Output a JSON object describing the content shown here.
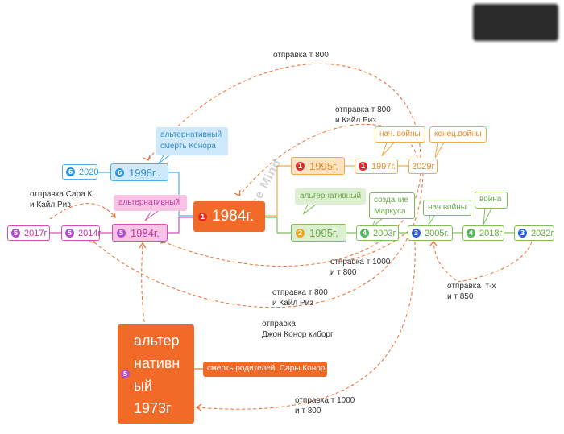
{
  "colors": {
    "center": "#f26a28",
    "blue": "#4fb0e8",
    "pink": "#d84ab5",
    "orange": "#f5a845",
    "green": "#7fbd5a",
    "dashed": "#f26a28"
  },
  "center": {
    "badge": "1",
    "label": "1984г."
  },
  "blue_branch": {
    "main": {
      "badge": "6",
      "label": "1998г.."
    },
    "left": {
      "badge": "6",
      "label": "2020"
    },
    "callout": "альтернативный\nсмерть Конора"
  },
  "pink_branch": {
    "main": {
      "badge": "5",
      "label": "1984г."
    },
    "n2014": {
      "badge": "5",
      "label": "2014г"
    },
    "n2017": {
      "badge": "5",
      "label": "2017г"
    },
    "callout": "альтернативный"
  },
  "orange_branch": {
    "main": {
      "badge": "1",
      "label": "1995г."
    },
    "n1997": {
      "badge": "1",
      "label": "1997г."
    },
    "n2029": {
      "label": "2029г"
    },
    "callout_start": "нач. войны",
    "callout_end": "конец.войны"
  },
  "green_branch": {
    "main": {
      "badge": "2",
      "label": "1995г."
    },
    "callout": "альтернативный",
    "n2003": {
      "badge": "4",
      "label": "2003г"
    },
    "n2005": {
      "badge": "3",
      "label": "2005г."
    },
    "n2018": {
      "badge": "4",
      "label": "2018г"
    },
    "n2032": {
      "badge": "3",
      "label": "2032г"
    },
    "callout_markus": "создание\nМаркуса",
    "callout_war_start": "нач.войны",
    "callout_war": "война"
  },
  "alt1973": {
    "badge": "5",
    "label": "альтер\nнативн\nый\n1973г",
    "callout": "смерть родителей  Сары Конор"
  },
  "notes": {
    "t800_top": "отправка т 800",
    "t800_reese_top": "отправка т 800\nи Кайл Риз",
    "sarah_reese": "отправка Сара К.\nи Кайл Риз",
    "t1000_t800_mid": "отправка т 1000\nи т 800",
    "t800_reese_bottom": "отправка т 800\nи Кайл Риз",
    "tx_t850": "отправка  т-х\nи т 850",
    "john_cyborg": "отправка\nДжон Конор киборг",
    "t1000_t800_bottom": "отправка т 1000\nи т 800"
  },
  "watermark": "Nice Mind"
}
